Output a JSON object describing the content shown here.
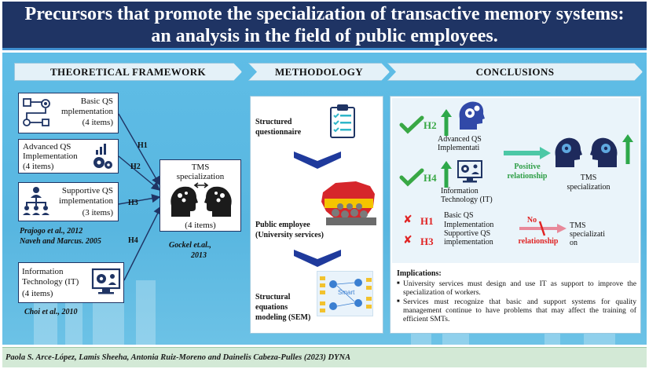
{
  "title": "Precursors that promote the specialization of transactive memory systems: an analysis in the field of public employees.",
  "sections": {
    "theory": "THEORETICAL FRAMEWORK",
    "method": "METHODOLOGY",
    "conclusions": "CONCLUSIONS"
  },
  "theory": {
    "basic_l1": "Basic QS",
    "basic_l2": "mplementation",
    "basic_l3": "(4 items)",
    "adv_l1": "Advanced QS",
    "adv_l2": "Implementation",
    "adv_l3": "(4 items)",
    "supp_l1": "Supportive QS",
    "supp_l2": "implementation",
    "supp_l3": "(3 items)",
    "it_l1": "Information",
    "it_l2": "Technology (IT)",
    "it_l3": "(4 items)",
    "tms_l1": "TMS",
    "tms_l2": "specialization",
    "tms_l3": "(4 items)",
    "h1": "H1",
    "h2": "H2",
    "h3": "H3",
    "h4": "H4",
    "cite1": "Prajogo et al., 2012",
    "cite2": "Naveh and Marcus. 2005",
    "cite3": "Gockel et.al.,",
    "cite4": "2013",
    "cite5": "Choi et al., 2010"
  },
  "method": {
    "q_l1": "Structured",
    "q_l2": "questionnaire",
    "p_l1": "Public employee",
    "p_l2": "(University services)",
    "s_l1": "Structural",
    "s_l2": "equations",
    "s_l3": "modeling (SEM)",
    "smart": "Smart"
  },
  "conclusions": {
    "h2": "H2",
    "h4": "H4",
    "h1": "H1",
    "h3": "H3",
    "adv_l1": "Advanced QS",
    "adv_l2": "Implementati",
    "it_l1": "Information",
    "it_l2": "Technology (IT)",
    "pos_l1": "Positive",
    "pos_l2": "relationship",
    "tms_l1": "TMS",
    "tms_l2": "specialization",
    "basic_l1": "Basic QS",
    "basic_l2": "Implementation",
    "supp_l1": "Supportive QS",
    "supp_l2": "implementation",
    "no_l1": "No",
    "no_l2": "relationship",
    "tms2_l1": "TMS",
    "tms2_l2": "specializati",
    "tms2_l3": "on",
    "impl_title": "Implications:",
    "impl": [
      "University services must design and use IT as support to improve the specialization of workers.",
      "Services must recognize that basic and support systems for quality management continue to have problems that may affect the training of efficient SMTs."
    ]
  },
  "footer": "Paola S. Arce-López, Lamis Sheeha, Antonia Ruiz-Moreno and Dainelis Cabeza-Pulles (2023) DYNA",
  "colors": {
    "navy": "#1f3464",
    "sky": "#5fbde6",
    "green": "#39a845",
    "red": "#e02424"
  }
}
